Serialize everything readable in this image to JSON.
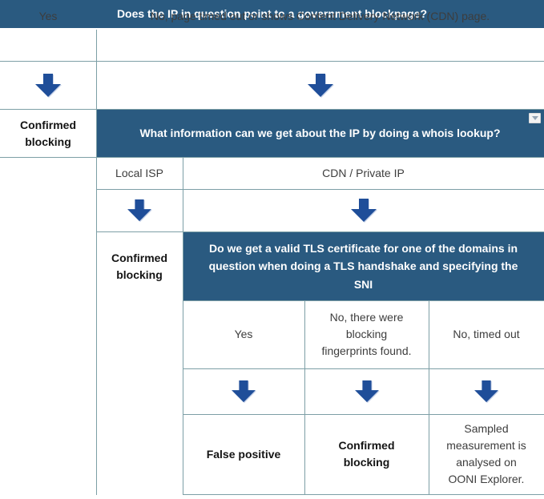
{
  "colors": {
    "question_bg": "#2a5a80",
    "arrow": "#1f4e99",
    "border": "#7d9fa6"
  },
  "flow": {
    "q1": "Does the IP in question point to a government blockpage?",
    "q1_yes": "Yes",
    "q1_no": "No, page timed out or shows Content Delivery Network (CDN) page.",
    "outcome1": "Confirmed blocking",
    "q2": "What information can we get about the IP by doing a whois lookup?",
    "q2_local_isp": "Local ISP",
    "q2_cdn": "CDN / Private IP",
    "outcome2": "Confirmed blocking",
    "q3": "Do we get a valid TLS certificate for one of the domains in question when doing a TLS handshake and specifying the SNI",
    "q3_yes": "Yes",
    "q3_no_fingerprints": "No, there were blocking fingerprints found.",
    "q3_no_timeout": "No, timed out",
    "outcome_false_positive": "False positive",
    "outcome_confirmed": "Confirmed blocking",
    "outcome_sampled": "Sampled measurement is analysed on OONI Explorer."
  }
}
